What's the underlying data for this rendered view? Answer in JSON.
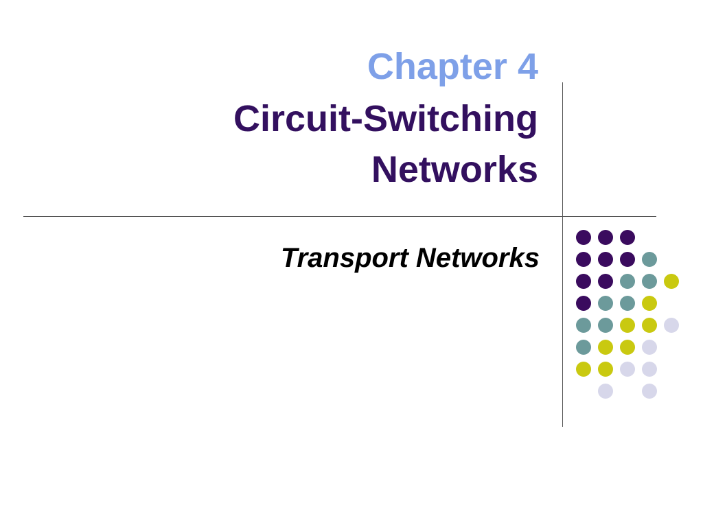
{
  "slide": {
    "title_line1": "Chapter 4",
    "title_line2": "Circuit-Switching",
    "title_line3": "Networks",
    "subtitle": "Transport Networks"
  },
  "colors": {
    "title_accent": "#7ea0e8",
    "title_main": "#33105f",
    "dot_purple": "#3a0b5e",
    "dot_teal": "#6c9a9b",
    "dot_yellow": "#c9c910",
    "dot_lavender": "#d7d7ea"
  },
  "dot_grid": [
    [
      "purple",
      "purple",
      "purple",
      null,
      null
    ],
    [
      "purple",
      "purple",
      "purple",
      "teal",
      null
    ],
    [
      "purple",
      "purple",
      "teal",
      "teal",
      "yellow"
    ],
    [
      "purple",
      "teal",
      "teal",
      "yellow",
      null
    ],
    [
      "teal",
      "teal",
      "yellow",
      "yellow",
      "lavender"
    ],
    [
      "teal",
      "yellow",
      "yellow",
      "lavender",
      null
    ],
    [
      "yellow",
      "yellow",
      "lavender",
      "lavender",
      null
    ],
    [
      null,
      "lavender",
      null,
      "lavender",
      null
    ]
  ]
}
